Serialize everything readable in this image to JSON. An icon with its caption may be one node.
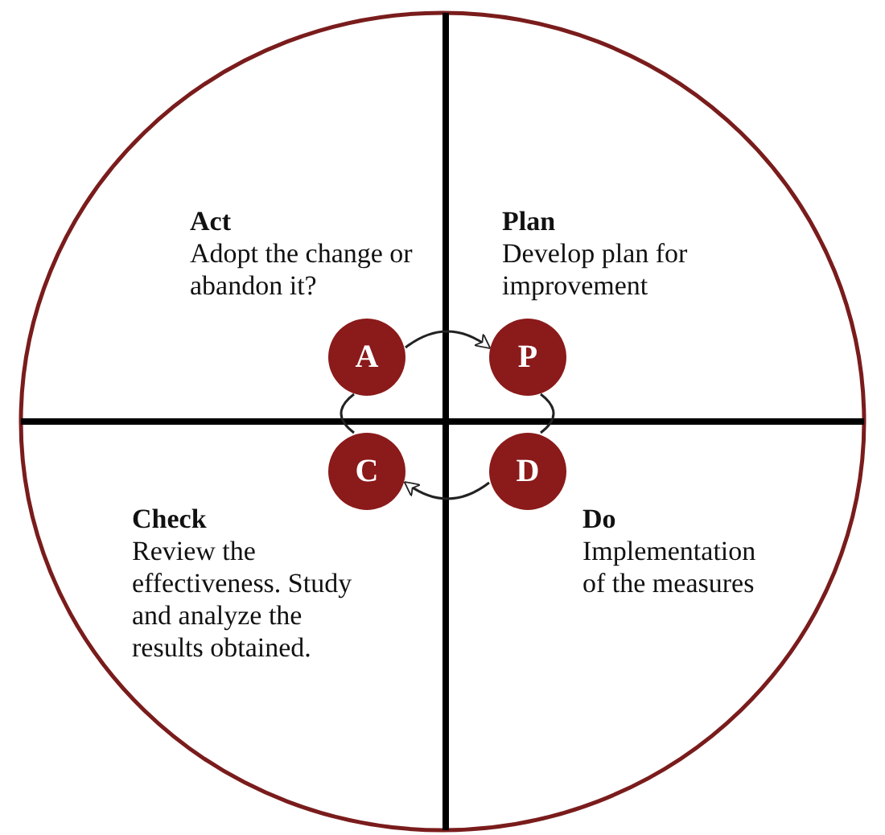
{
  "diagram": {
    "nodes": [
      {
        "text": [
          "A"
        ]
      },
      {
        "text": [
          "P"
        ]
      },
      {
        "text": [
          "C"
        ]
      },
      {
        "text": [
          "D"
        ]
      }
    ],
    "edges": [
      {
        "from": 0,
        "to": 1,
        "arrow": "to"
      },
      {
        "from": 1,
        "to": 3,
        "arrow": "none"
      },
      {
        "from": 3,
        "to": 2,
        "arrow": "to"
      },
      {
        "from": 2,
        "to": 0,
        "arrow": "none"
      }
    ],
    "labels": [
      "Act",
      "Adopt the change or abandon it?",
      "Plan",
      "Develop plan for improvement",
      "Check",
      "Review the effectiveness. Study and analyze the results obtained.",
      "Do",
      "Implementation of the measures"
    ]
  }
}
